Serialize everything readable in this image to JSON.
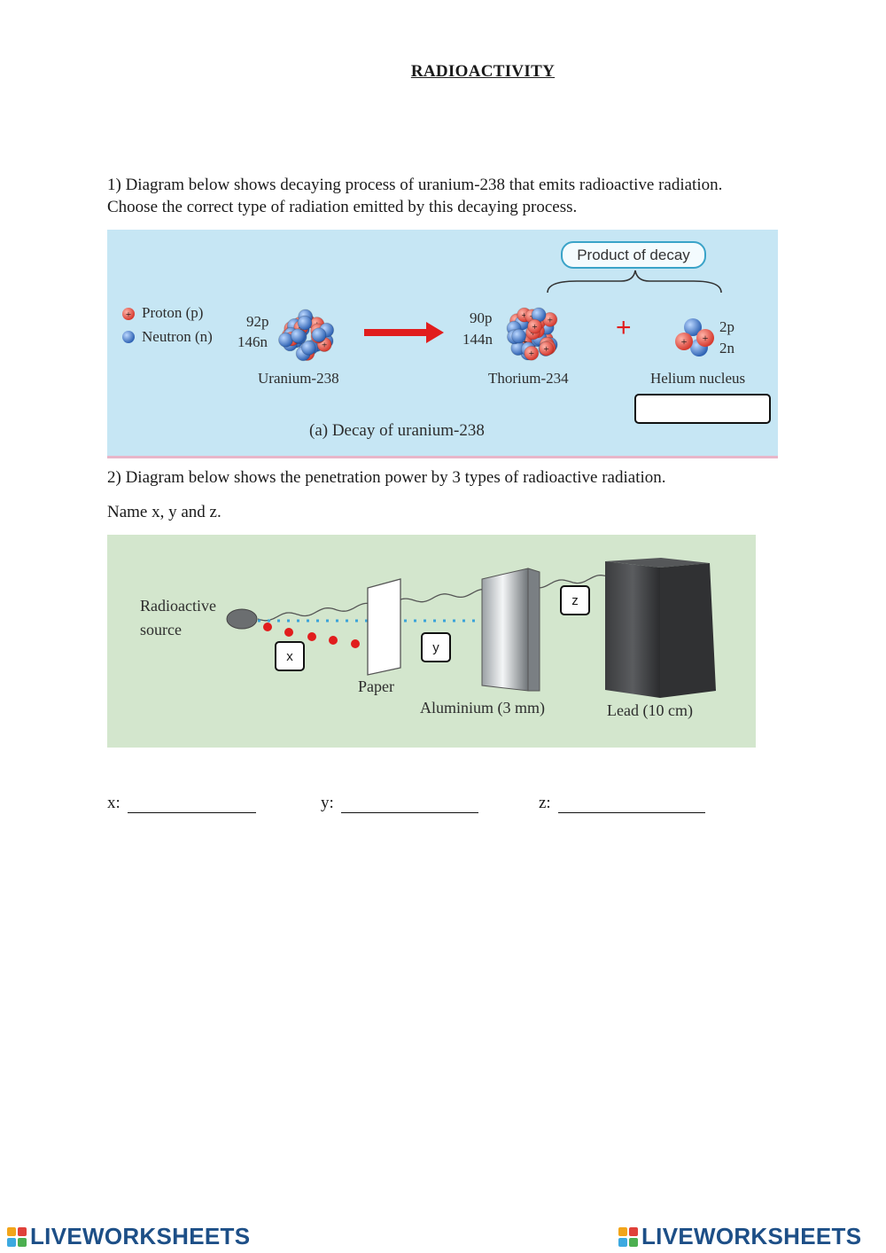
{
  "title": "RADIOACTIVITY",
  "q1": {
    "line1": "1) Diagram below shows decaying process of uranium-238 that emits radioactive radiation.",
    "line2": "Choose the correct type of radiation emitted by this decaying process.",
    "diagram": {
      "legend_proton": "Proton (p)",
      "legend_neutron": "Neutron (n)",
      "uranium_p": "92p",
      "uranium_n": "146n",
      "uranium_label": "Uranium-238",
      "thorium_p": "90p",
      "thorium_n": "144n",
      "thorium_label": "Thorium-234",
      "plus": "+",
      "helium_p": "2p",
      "helium_n": "2n",
      "helium_label": "Helium nucleus",
      "product_label": "Product of decay",
      "caption": "(a)  Decay of uranium-238",
      "answer_value": ""
    }
  },
  "q2": {
    "line1": "2) Diagram below shows the penetration power by 3 types of radioactive radiation.",
    "line2": "Name x, y and z.",
    "diagram": {
      "source_line1": "Radioactive",
      "source_line2": "source",
      "paper": "Paper",
      "aluminium": "Aluminium (3 mm)",
      "lead": "Lead (10 cm)",
      "tag_x": "x",
      "tag_y": "y",
      "tag_z": "z"
    },
    "blanks": [
      {
        "label": "x:",
        "value": ""
      },
      {
        "label": "y:",
        "value": ""
      },
      {
        "label": "z:",
        "value": ""
      }
    ]
  },
  "footer": {
    "logo_left": "LIVEWORKSHEETS",
    "logo_right": "LIVEWORKSHEETS"
  },
  "colors": {
    "proton": "#e5534b",
    "neutron": "#4f86cf",
    "arrow": "#e11d1d",
    "panel1_bg": "#c6e6f4",
    "panel2_bg": "#d3e6cd",
    "logo": "#1d4f87"
  }
}
